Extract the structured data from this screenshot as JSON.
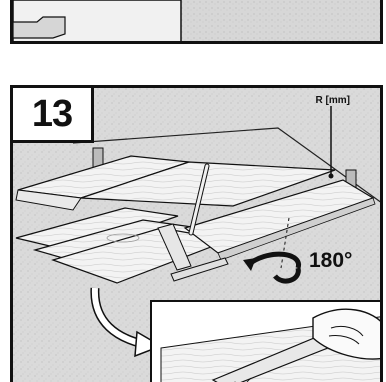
{
  "step": {
    "number": "13"
  },
  "labels": {
    "measurement": "R [mm]",
    "rotation": "180°"
  },
  "icons": [
    "saw-icon",
    "rotate-arrow-icon",
    "pencil-icon",
    "hand-icon"
  ],
  "colors": {
    "border": "#111111",
    "floor": "#d9d9d9",
    "boards": "#f4f4f4"
  }
}
